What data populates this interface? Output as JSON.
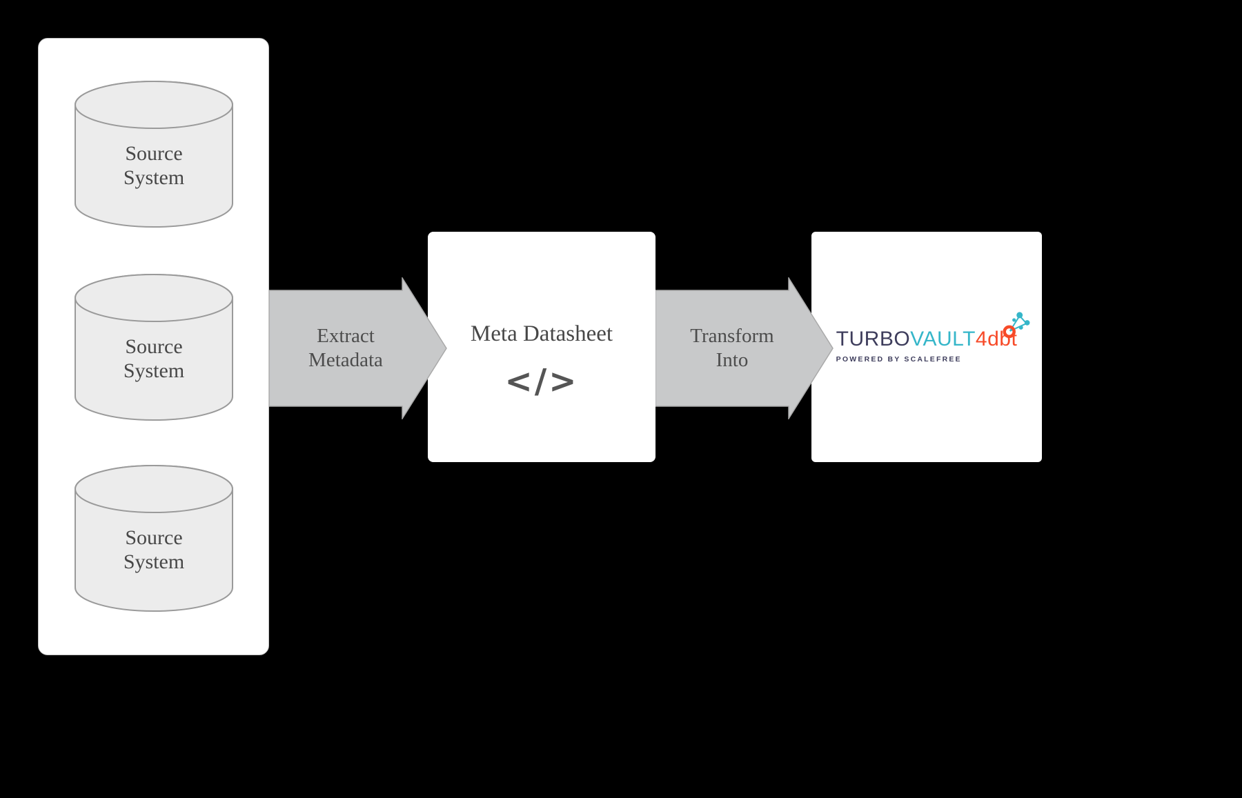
{
  "colors": {
    "background": "#000000",
    "panel_bg": "#ffffff",
    "cylinder_fill": "#ececec",
    "cylinder_stroke": "#9a9a9a",
    "arrow_fill": "#c8c9ca",
    "arrow_stroke": "#a9a9a9",
    "text_dark": "#474747",
    "logo_navy": "#3e3d5c",
    "logo_teal": "#35b6c9",
    "logo_orange": "#f74a28"
  },
  "source_panel": {
    "systems": [
      {
        "line1": "Source",
        "line2": "System"
      },
      {
        "line1": "Source",
        "line2": "System"
      },
      {
        "line1": "Source",
        "line2": "System"
      }
    ]
  },
  "arrows": {
    "extract": {
      "line1": "Extract",
      "line2": "Metadata"
    },
    "transform": {
      "line1": "Transform",
      "line2": "Into"
    }
  },
  "meta_box": {
    "title": "Meta Datasheet",
    "code_icon": "</>"
  },
  "logo_box": {
    "turbo": "TURBO",
    "vault": "VAULT",
    "suffix": "4dbt",
    "tagline": "POWERED BY SCALEFREE"
  }
}
